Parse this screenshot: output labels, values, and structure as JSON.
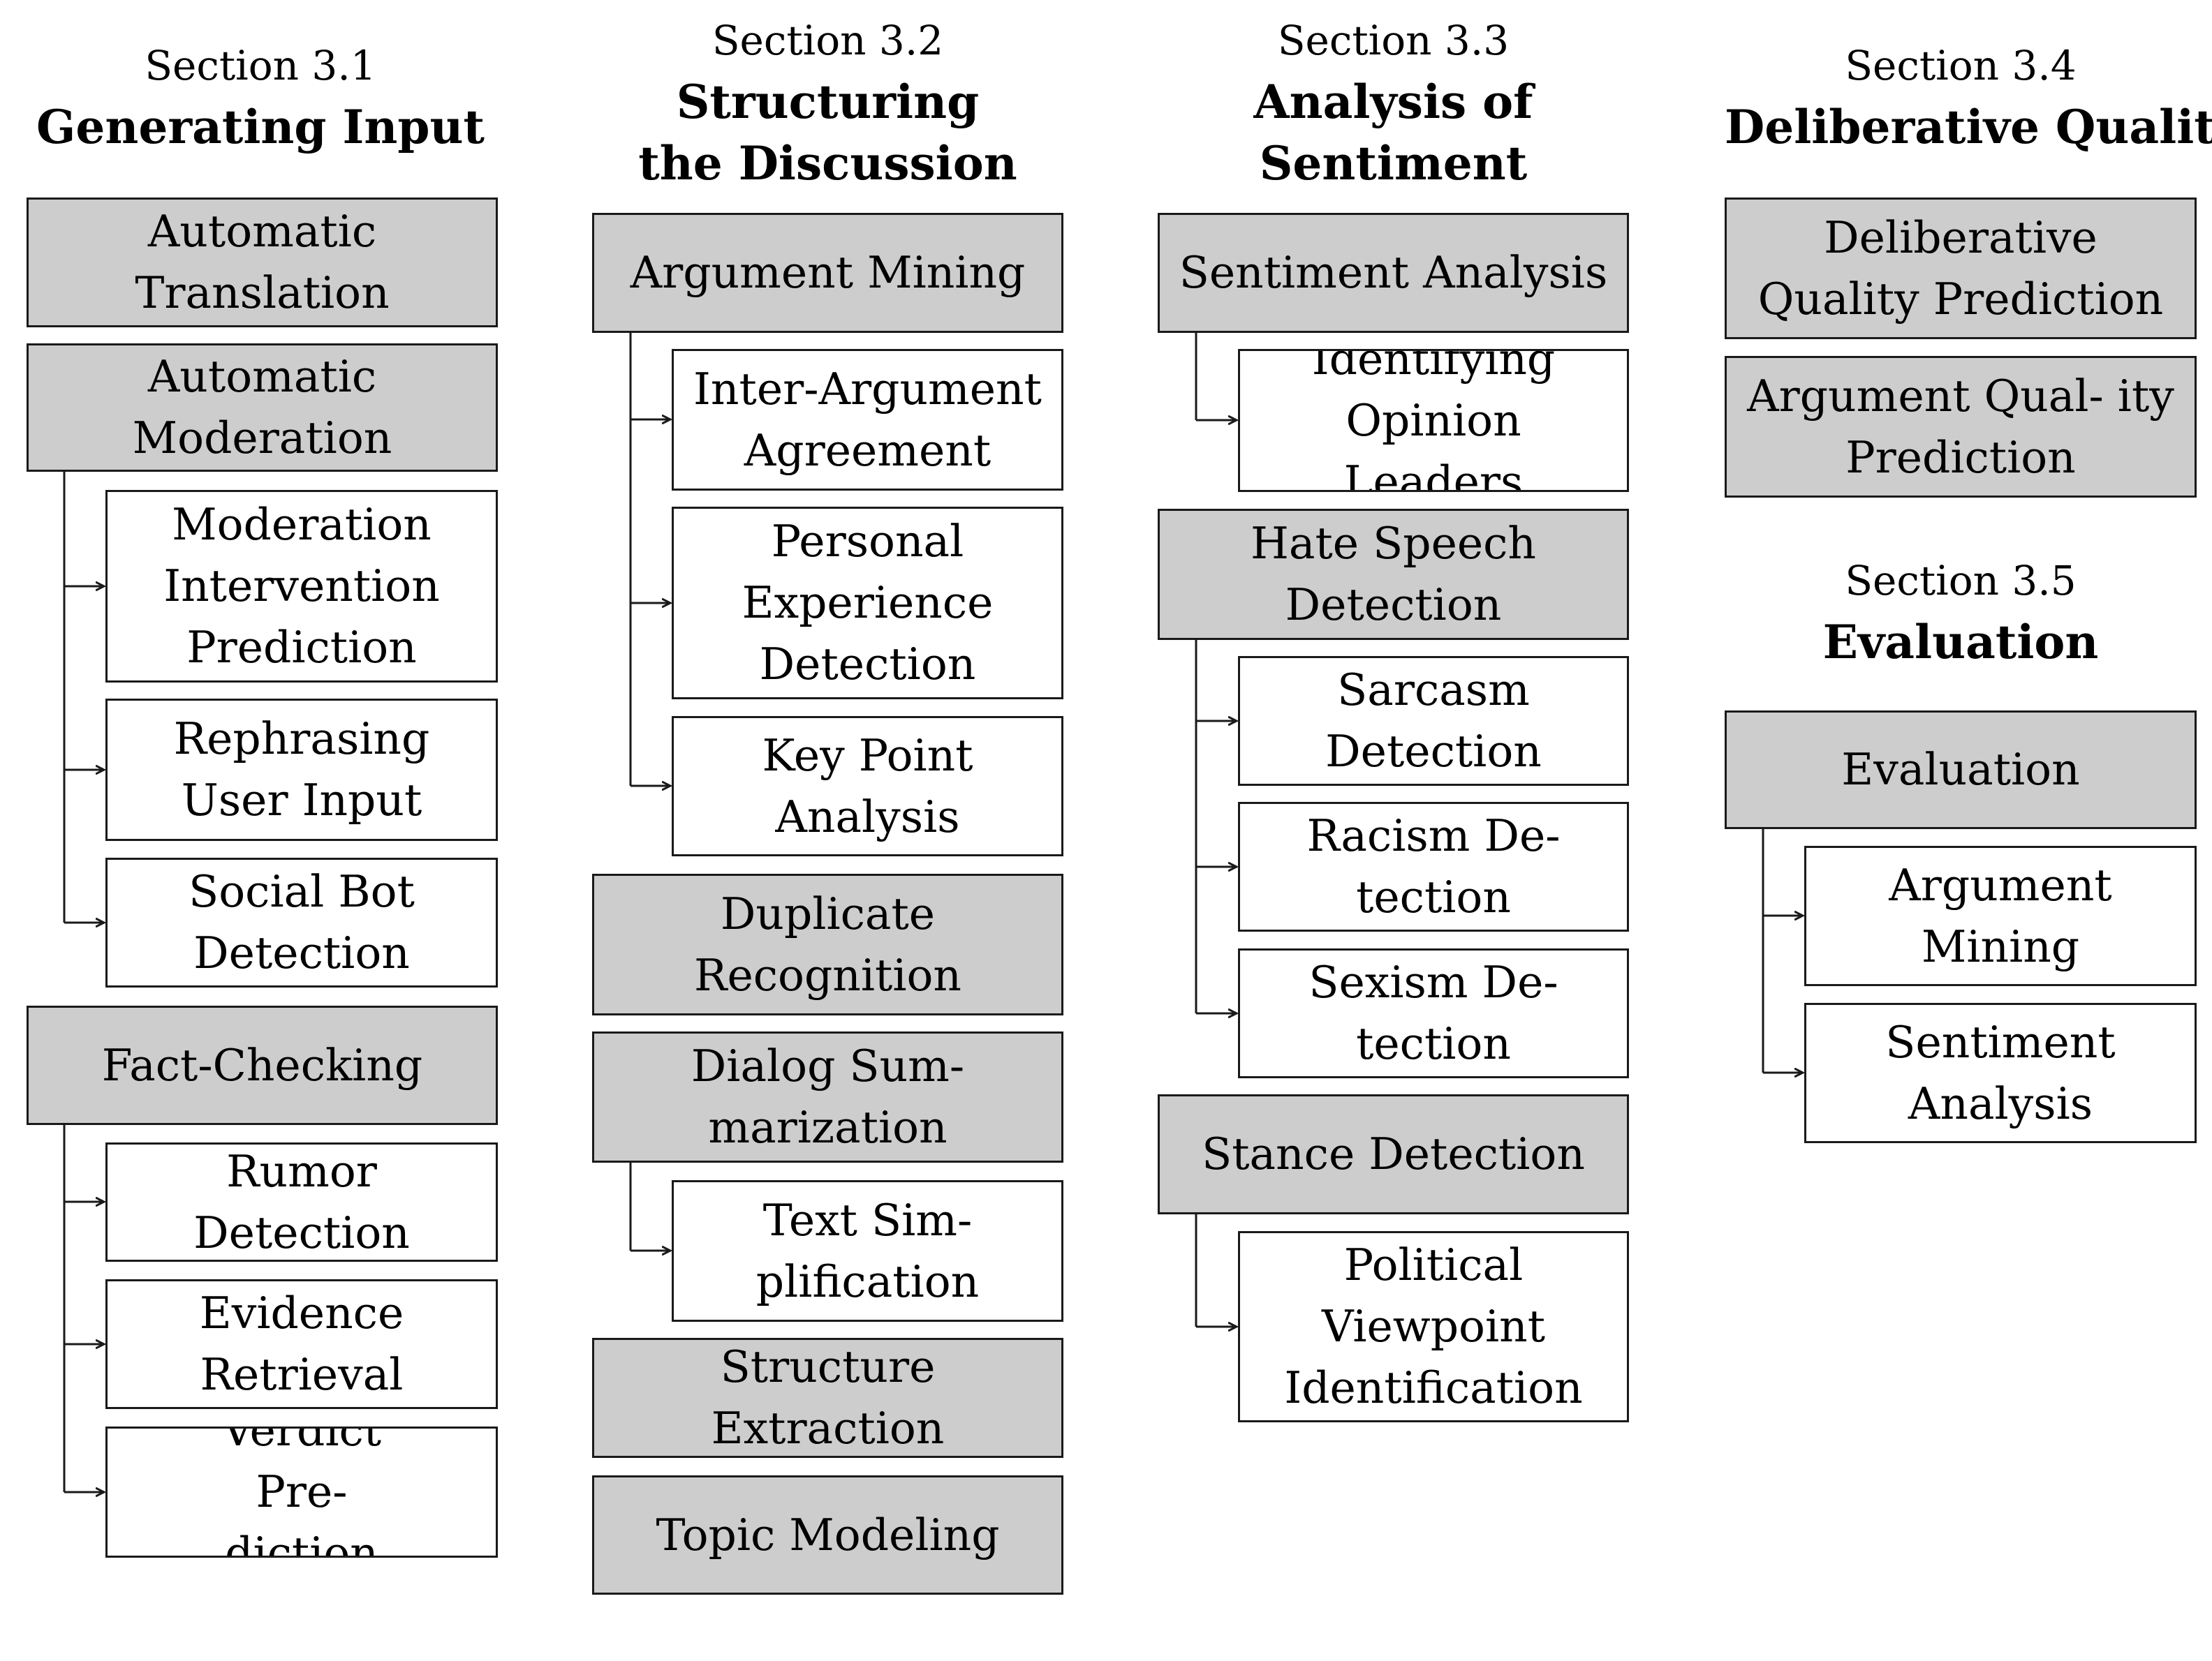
{
  "sections": [
    {
      "number": "Section 3.1",
      "title": "Generating Input"
    },
    {
      "number": "Section 3.2",
      "title": "Structuring the Discussion"
    },
    {
      "number": "Section 3.3",
      "title": "Analysis of Sentiment"
    },
    {
      "number": "Section 3.4",
      "title": "Deliberative Quality"
    },
    {
      "number": "Section 3.5",
      "title": "Evaluation"
    }
  ],
  "col1": {
    "automatic_translation": "Automatic Translation",
    "automatic_moderation": "Automatic Moderation",
    "moderation_intervention_prediction": "Moderation Intervention Prediction",
    "rephrasing_user_input": "Rephrasing User Input",
    "social_bot_detection": "Social Bot Detection",
    "fact_checking": "Fact-Checking",
    "rumor_detection": "Rumor Detection",
    "evidence_retrieval": "Evidence Retrieval",
    "verdict_prediction": "Verdict Pre- diction"
  },
  "col2": {
    "argument_mining": "Argument Mining",
    "inter_argument_agreement": "Inter-Argument Agreement",
    "personal_experience_detection": "Personal Experience Detection",
    "key_point_analysis": "Key Point Analysis",
    "duplicate_recognition": "Duplicate Recognition",
    "dialog_summarization": "Dialog Sum- marization",
    "text_simplification": "Text Sim- plification",
    "structure_extraction": "Structure Extraction",
    "topic_modeling": "Topic Modeling"
  },
  "col3": {
    "sentiment_analysis": "Sentiment Analysis",
    "identifying_opinion_leaders": "Identifying Opinion Leaders",
    "hate_speech_detection": "Hate Speech Detection",
    "sarcasm_detection": "Sarcasm Detection",
    "racism_detection": "Racism De- tection",
    "sexism_detection": "Sexism De- tection",
    "stance_detection": "Stance Detection",
    "political_viewpoint_identification": "Political Viewpoint Identification"
  },
  "col4": {
    "deliberative_quality_prediction": "Deliberative Quality Prediction",
    "argument_quality_prediction": "Argument Qual- ity Prediction",
    "evaluation": "Evaluation",
    "argument_mining": "Argument Mining",
    "sentiment_analysis": "Sentiment Analysis"
  },
  "colors": {
    "main_fill": "#cdcdcd",
    "sub_fill": "#ffffff",
    "border": "#1a1a1a"
  }
}
